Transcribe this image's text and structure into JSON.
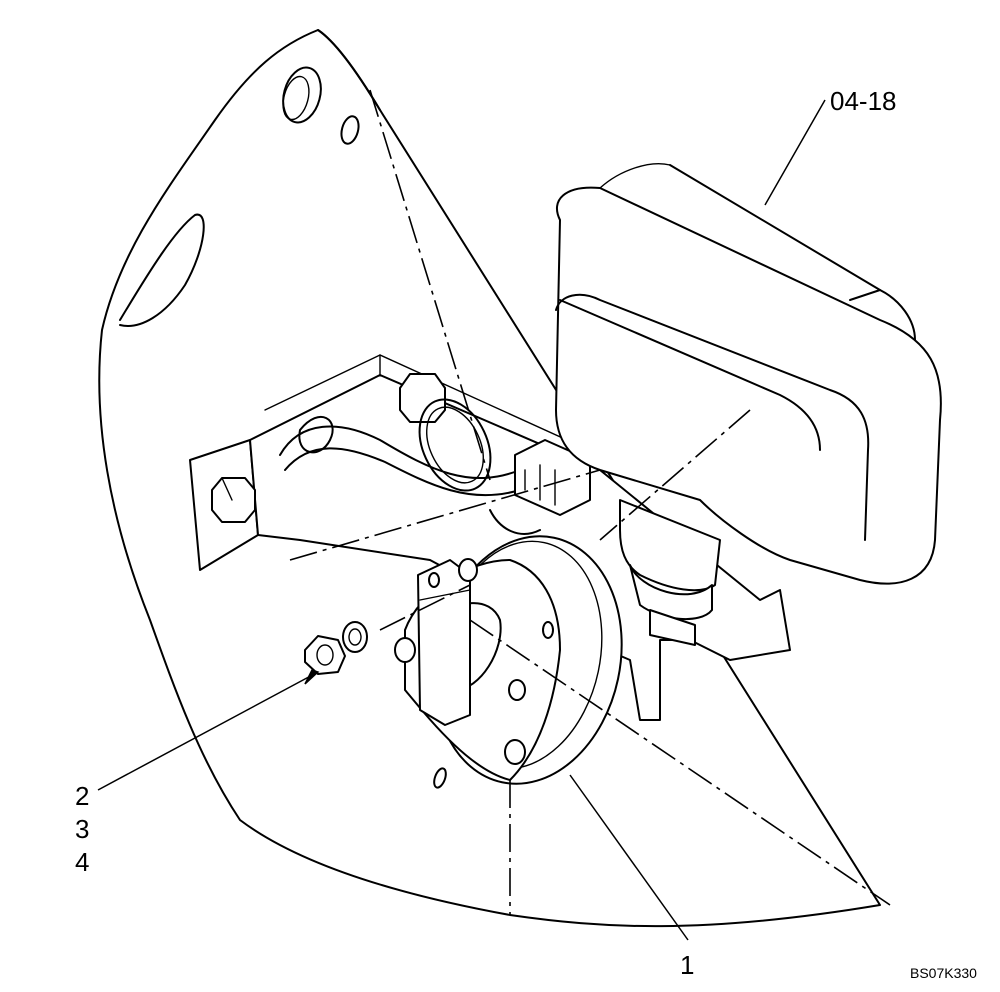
{
  "callouts": {
    "light_ref": "04-18",
    "horn": "1",
    "nut": "2",
    "washer": "3",
    "fastener": "4"
  },
  "drawing_code": "BS07K330"
}
